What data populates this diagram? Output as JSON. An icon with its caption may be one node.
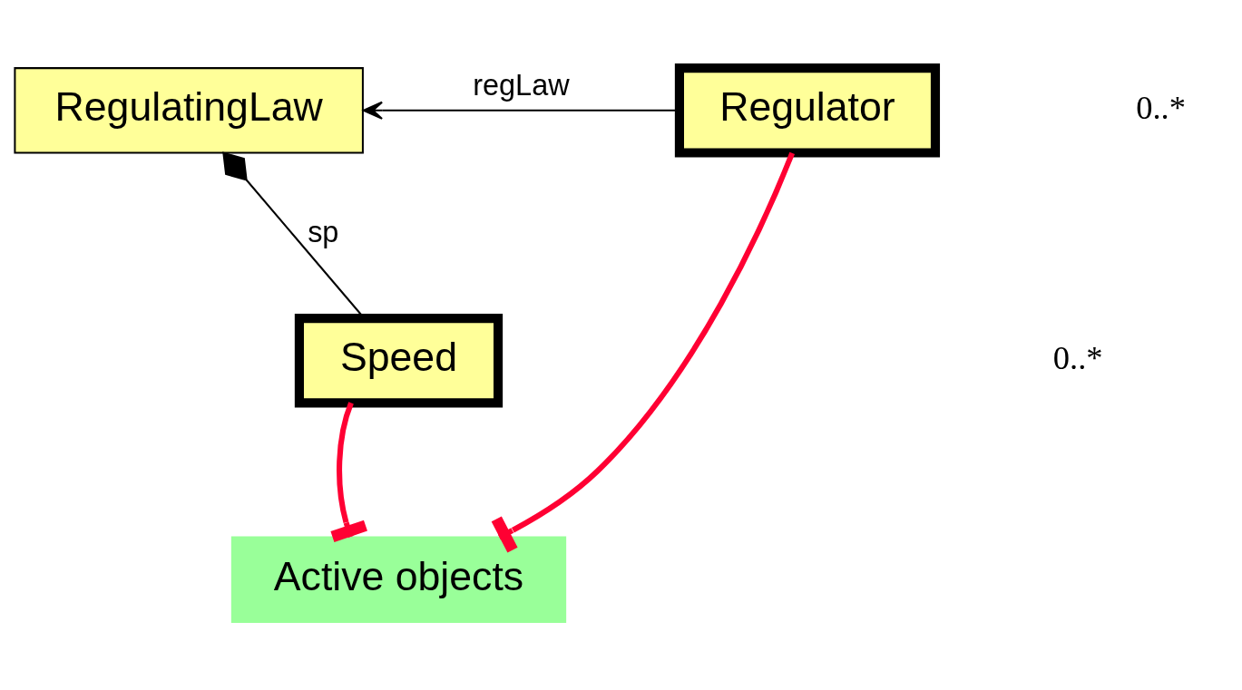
{
  "diagram": {
    "nodes": [
      {
        "text": [
          "RegulatingLaw"
        ]
      },
      {
        "text": [
          "Regulator"
        ]
      },
      {
        "text": [
          "Active objects"
        ]
      },
      {
        "text": [
          "Speed"
        ]
      }
    ],
    "edges": [
      {
        "from": 1,
        "to": 0,
        "arrow": "to",
        "label": "regLaw",
        "color": "#000000"
      },
      {
        "from": 0,
        "to": 3,
        "arrow": "other",
        "label": "sp",
        "color": "#000000"
      },
      {
        "from": 1,
        "to": 2,
        "arrow": "other",
        "style": "thick",
        "color": "#ff0033"
      },
      {
        "from": 3,
        "to": 2,
        "arrow": "other",
        "style": "thick",
        "color": "#ff0033"
      }
    ],
    "labels": [
      "0..*",
      "0..*"
    ]
  }
}
